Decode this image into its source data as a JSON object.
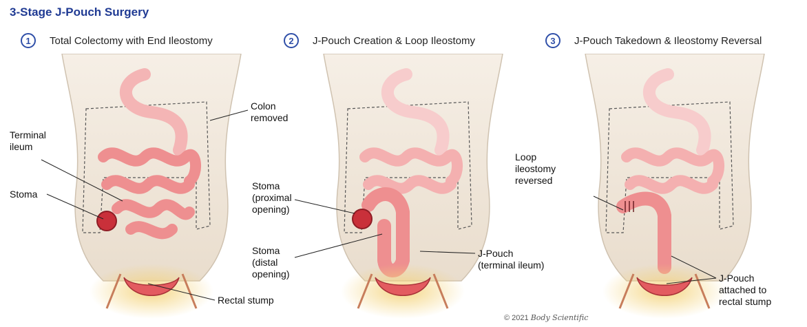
{
  "title": "3-Stage J-Pouch Surgery",
  "stages": [
    {
      "number": "1",
      "title": "Total Colectomy with End Ileostomy",
      "labels": {
        "terminal_ileum": [
          "Terminal",
          "ileum"
        ],
        "stoma": "Stoma",
        "colon_removed": [
          "Colon",
          "removed"
        ],
        "rectal_stump": "Rectal stump"
      }
    },
    {
      "number": "2",
      "title": "J-Pouch Creation & Loop Ileostomy",
      "labels": {
        "stoma_proximal": [
          "Stoma",
          "(proximal",
          "opening)"
        ],
        "stoma_distal": [
          "Stoma",
          "(distal",
          "opening)"
        ],
        "j_pouch": [
          "J-Pouch",
          "(terminal ileum)"
        ]
      }
    },
    {
      "number": "3",
      "title": "J-Pouch Takedown & Ileostomy Reversal",
      "labels": {
        "loop_reversed": [
          "Loop",
          "ileostomy",
          "reversed"
        ],
        "j_pouch_attached": [
          "J-Pouch",
          "attached to",
          "rectal stump"
        ]
      }
    }
  ],
  "copyright": {
    "text": "© 2021",
    "brand": "Body Scientific"
  },
  "colors": {
    "title": "#1f3a93",
    "stage_circle": "#2f4fa8",
    "skin": "#efe6da",
    "intestine": "#f2a3a3",
    "intestine_dark": "#d9595e",
    "stoma": "#c9303a",
    "pelvis_glow": "#f4d37a"
  }
}
